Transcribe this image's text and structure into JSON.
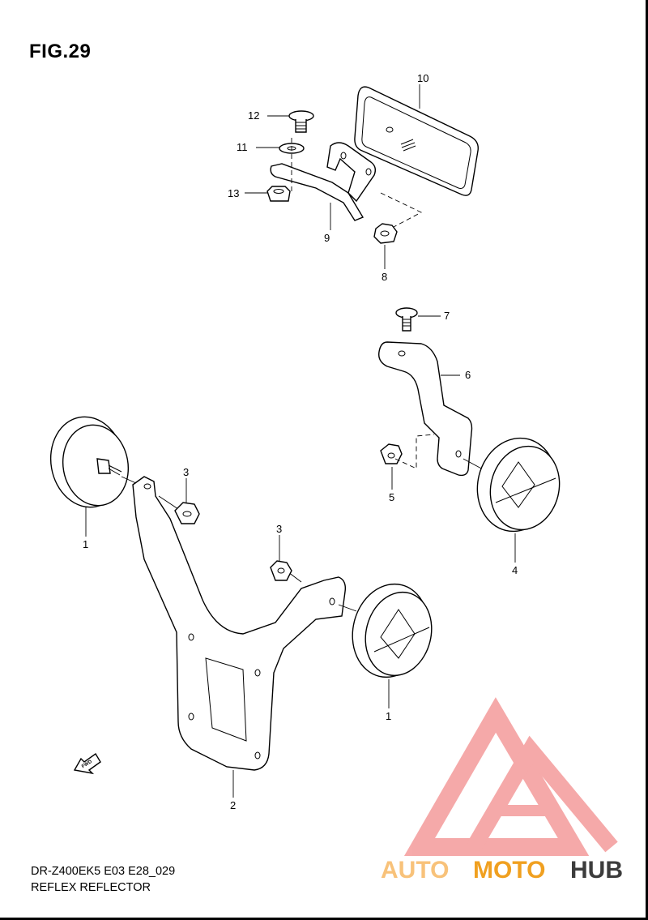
{
  "figure": {
    "title": "FIG.29",
    "model_code": "DR-Z400EK5 E03 E28_029",
    "section_name": "REFLEX REFLECTOR"
  },
  "callouts": [
    {
      "id": "callout-1a",
      "label": "1"
    },
    {
      "id": "callout-1b",
      "label": "1"
    },
    {
      "id": "callout-2",
      "label": "2"
    },
    {
      "id": "callout-3a",
      "label": "3"
    },
    {
      "id": "callout-3b",
      "label": "3"
    },
    {
      "id": "callout-4",
      "label": "4"
    },
    {
      "id": "callout-5",
      "label": "5"
    },
    {
      "id": "callout-6",
      "label": "6"
    },
    {
      "id": "callout-7",
      "label": "7"
    },
    {
      "id": "callout-8",
      "label": "8"
    },
    {
      "id": "callout-9",
      "label": "9"
    },
    {
      "id": "callout-10",
      "label": "10"
    },
    {
      "id": "callout-11",
      "label": "11"
    },
    {
      "id": "callout-12",
      "label": "12"
    },
    {
      "id": "callout-13",
      "label": "13"
    }
  ],
  "fwd_arrow": {
    "label": "FWD"
  },
  "watermark": {
    "part1": "AUTO",
    "part2": "MOTO",
    "part3": "HUB",
    "color_light": "#f8c27a",
    "color_mid": "#f0a020",
    "color_dark": "#3c3c3c",
    "logo_color": "#f49b9b"
  }
}
